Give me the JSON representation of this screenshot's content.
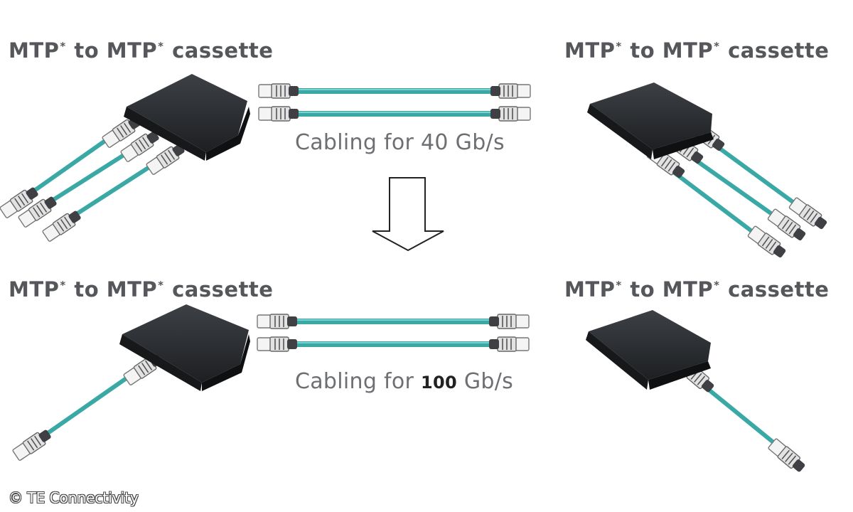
{
  "top_row": {
    "left_label": {
      "text": "MTP",
      "mark": "*",
      "mid": " to ",
      "text2": "MTP",
      "mark2": "*",
      "tail": " cassette"
    },
    "right_label": {
      "text": "MTP",
      "mark": "*",
      "mid": " to ",
      "text2": "MTP",
      "mark2": "*",
      "tail": " cassette"
    },
    "caption": {
      "prefix": "Cabling for ",
      "speed": "40",
      "unit": " Gb/s"
    }
  },
  "bottom_row": {
    "left_label": {
      "text": "MTP",
      "mark": "*",
      "mid": " to ",
      "text2": "MTP",
      "mark2": "*",
      "tail": " cassette"
    },
    "right_label": {
      "text": "MTP",
      "mark": "*",
      "mid": " to ",
      "text2": "MTP",
      "mark2": "*",
      "tail": " cassette"
    },
    "caption": {
      "prefix": "Cabling for ",
      "speed": "100",
      "unit": " Gb/s"
    }
  },
  "credit": "© TE Connectivity",
  "colors": {
    "fiber": "#3aa9a5",
    "cassette": "#2c2e31",
    "label": "#55575b",
    "caption": "#6d6f73"
  }
}
